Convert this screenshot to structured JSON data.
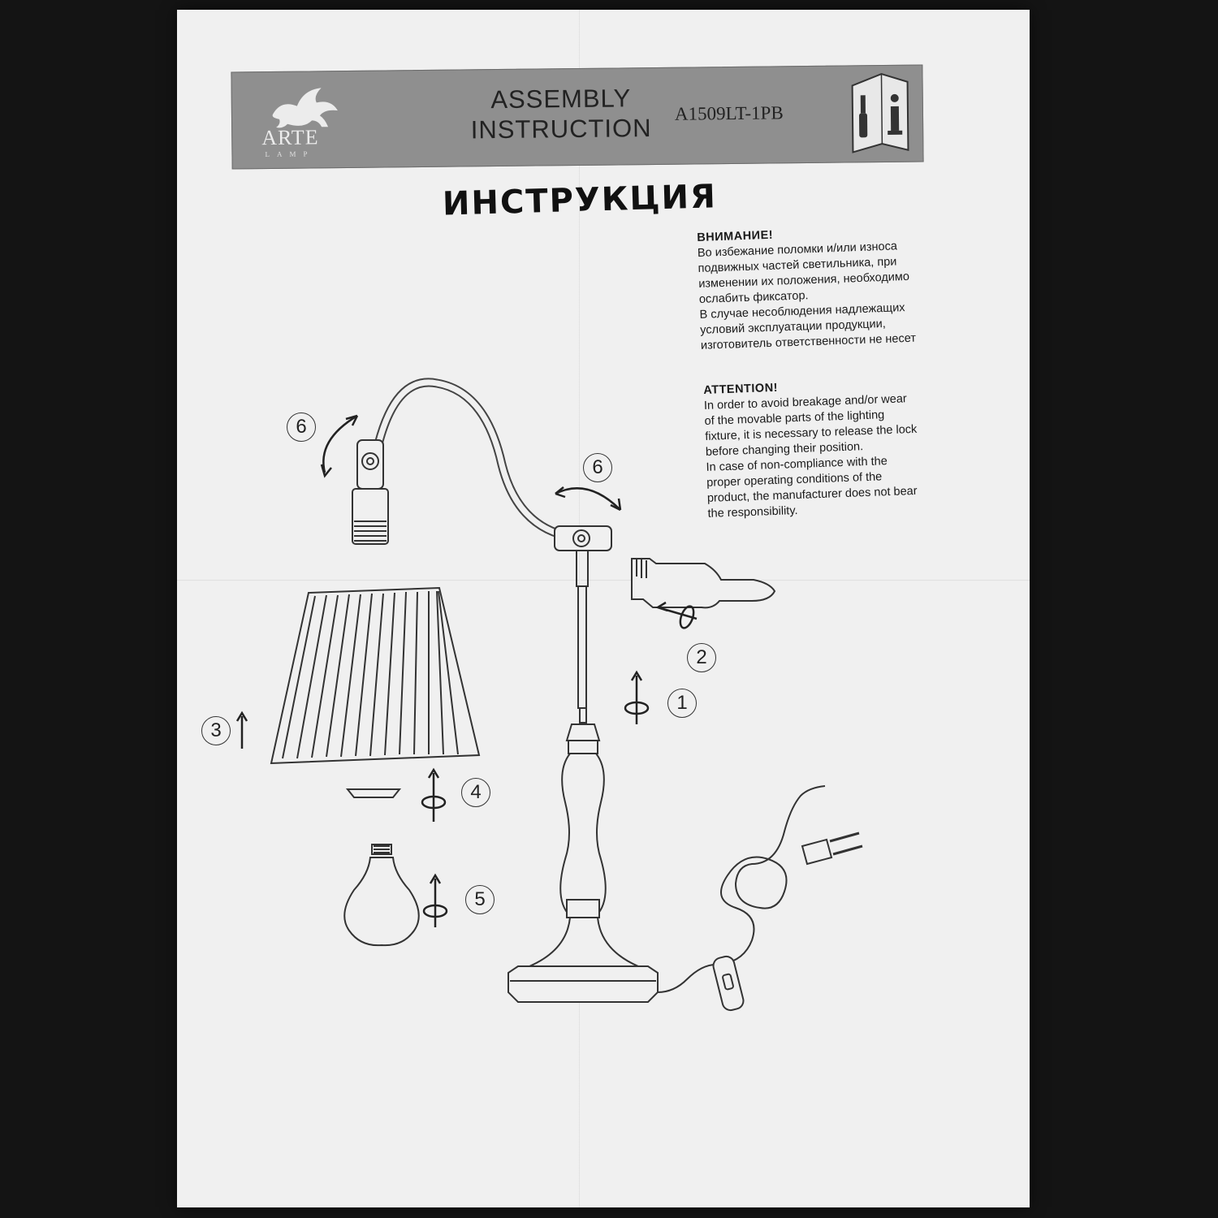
{
  "banner": {
    "brand": "ARTE",
    "brand_sub": "LAMP",
    "title_line1": "ASSEMBLY",
    "title_line2": "INSTRUCTION",
    "model": "A1509LT-1PB"
  },
  "heading": "ИНСТРУКЦИЯ",
  "warning_ru": {
    "title": "ВНИМАНИЕ!",
    "lines": [
      "Во избежание поломки и/или износа",
      "подвижных частей светильника, при",
      "изменении их положения, необходимо",
      "ослабить фиксатор.",
      "В случае несоблюдения надлежащих",
      "условий эксплуатации продукции,",
      "изготовитель ответственности не несет"
    ]
  },
  "warning_en": {
    "title": "ATTENTION!",
    "lines": [
      "In order to avoid breakage and/or wear",
      "of the movable parts of the lighting",
      "fixture, it is necessary to release the lock",
      "before changing their position.",
      "In case of non-compliance with the",
      "proper operating conditions of the",
      "product, the manufacturer does not bear",
      "the responsibility."
    ]
  },
  "steps": {
    "s1": "1",
    "s2": "2",
    "s3": "3",
    "s4": "4",
    "s5": "5",
    "s6a": "6",
    "s6b": "6"
  },
  "colors": {
    "background": "#141414",
    "paper": "#f0f0f0",
    "banner": "#8f8f8f",
    "ink": "#222222"
  },
  "icons": [
    "griffin-logo-icon",
    "manual-info-icon",
    "screwdriver-icon",
    "rotation-arrow-icon",
    "up-arrow-icon"
  ]
}
